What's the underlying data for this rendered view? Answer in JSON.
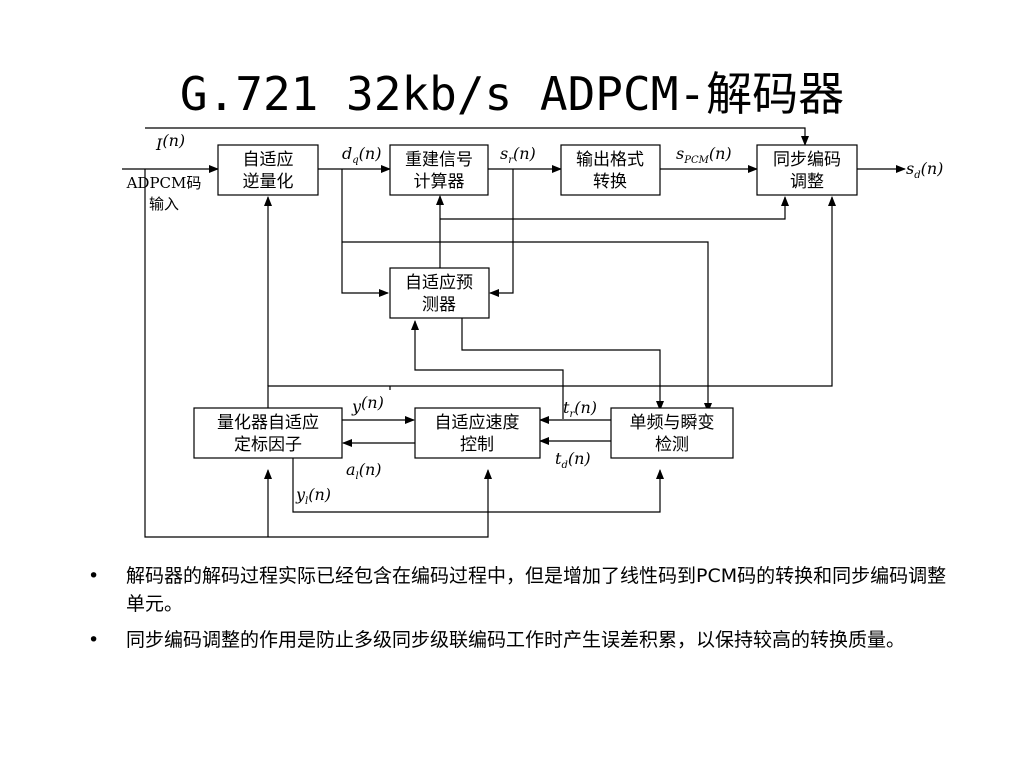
{
  "title": "G.721 32kb/s ADPCM-解码器",
  "diagram": {
    "blocks": {
      "inv_quant": [
        "自适应",
        "逆量化"
      ],
      "reconstruct": [
        "重建信号",
        "计算器"
      ],
      "output_fmt": [
        "输出格式",
        "转换"
      ],
      "sync": [
        "同步编码",
        "调整"
      ],
      "predictor": [
        "自适应预",
        "测器"
      ],
      "scale": [
        "量化器自适应",
        "定标因子"
      ],
      "speed": [
        "自适应速度",
        "控制"
      ],
      "tone": [
        "单频与瞬变",
        "检测"
      ]
    },
    "input_label": [
      "ADPCM码",
      "输入"
    ],
    "signals": {
      "I": {
        "base": "I",
        "sub": "",
        "arg": "(n)"
      },
      "dq": {
        "base": "d",
        "sub": "q",
        "arg": "(n)"
      },
      "sr": {
        "base": "s",
        "sub": "r",
        "arg": "(n)"
      },
      "spcm": {
        "base": "s",
        "sub": "PCM",
        "arg": "(n)"
      },
      "sd": {
        "base": "s",
        "sub": "d",
        "arg": "(n)"
      },
      "y": {
        "base": "y",
        "sub": "",
        "arg": "(n)"
      },
      "tr": {
        "base": "t",
        "sub": "r",
        "arg": "(n)"
      },
      "td": {
        "base": "t",
        "sub": "d",
        "arg": "(n)"
      },
      "al": {
        "base": "a",
        "sub": "l",
        "arg": "(n)"
      },
      "yl": {
        "base": "y",
        "sub": "l",
        "arg": "(n)"
      }
    }
  },
  "bullets": [
    {
      "marker": "•",
      "text": "解码器的解码过程实际已经包含在编码过程中，但是增加了线性码到PCM码的转换和同步编码调整单元。"
    },
    {
      "marker": "•",
      "text": "同步编码调整的作用是防止多级同步级联编码工作时产生误差积累，以保持较高的转换质量。"
    }
  ]
}
